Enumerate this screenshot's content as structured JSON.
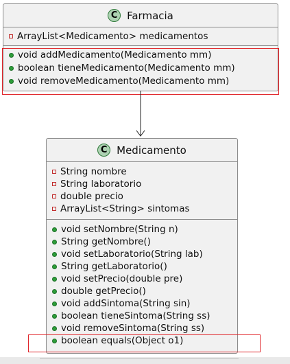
{
  "farmacia": {
    "name": "Farmacia",
    "stereotype_letter": "C",
    "fields": [
      {
        "visibility": "private",
        "text": "ArrayList<Medicamento> medicamentos"
      }
    ],
    "methods": [
      {
        "visibility": "public",
        "text": "void addMedicamento(Medicamento mm)"
      },
      {
        "visibility": "public",
        "text": "boolean tieneMedicamento(Medicamento mm)"
      },
      {
        "visibility": "public",
        "text": "void removeMedicamento(Medicamento mm)"
      }
    ]
  },
  "medicamento": {
    "name": "Medicamento",
    "stereotype_letter": "C",
    "fields": [
      {
        "visibility": "private",
        "text": "String nombre"
      },
      {
        "visibility": "private",
        "text": "String laboratorio"
      },
      {
        "visibility": "private",
        "text": "double precio"
      },
      {
        "visibility": "private",
        "text": "ArrayList<String> sintomas"
      }
    ],
    "methods": [
      {
        "visibility": "public",
        "text": "void setNombre(String n)"
      },
      {
        "visibility": "public",
        "text": "String getNombre()"
      },
      {
        "visibility": "public",
        "text": "void setLaboratorio(String lab)"
      },
      {
        "visibility": "public",
        "text": "String getLaboratorio()"
      },
      {
        "visibility": "public",
        "text": "void setPrecio(double pre)"
      },
      {
        "visibility": "public",
        "text": "double getPrecio()"
      },
      {
        "visibility": "public",
        "text": "void addSintoma(String sin)"
      },
      {
        "visibility": "public",
        "text": "boolean tieneSintoma(String ss)"
      },
      {
        "visibility": "public",
        "text": "void removeSintoma(String ss)"
      },
      {
        "visibility": "public",
        "text": "boolean equals(Object o1)"
      }
    ]
  },
  "relation": {
    "from": "Farmacia",
    "to": "Medicamento",
    "type": "directed-association"
  },
  "colors": {
    "class_fill": "#f1f1f1",
    "class_border": "#8c8c8c",
    "class_icon": "#add1b2",
    "private_marker": "#c12b2b",
    "public_marker": "#2e9e3a",
    "highlight": "#e0262b"
  }
}
